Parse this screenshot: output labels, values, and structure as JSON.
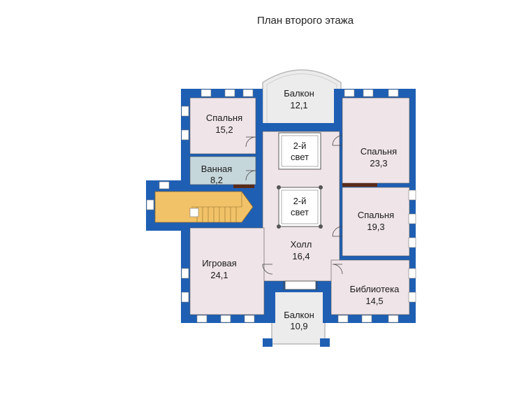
{
  "title": "План второго этажа",
  "colors": {
    "wall": "#1e5fb4",
    "room": "#efe4e8",
    "balcony": "#ececec",
    "bath": "#c6d7dc",
    "stair": "#f2c268",
    "window": "#ffffff"
  },
  "rooms": {
    "balcony_top": {
      "name": "Балкон",
      "area": "12,1"
    },
    "bedroom_left": {
      "name": "Спальня",
      "area": "15,2"
    },
    "light_top": {
      "line1": "2-й",
      "line2": "свет"
    },
    "bedroom_right_top": {
      "name": "Спальня",
      "area": "23,3"
    },
    "bathroom": {
      "name": "Ванная",
      "area": "8,2"
    },
    "light_center": {
      "line1": "2-й",
      "line2": "свет"
    },
    "bedroom_right": {
      "name": "Спальня",
      "area": "19,3"
    },
    "hall": {
      "name": "Холл",
      "area": "16,4"
    },
    "playroom": {
      "name": "Игровая",
      "area": "24,1"
    },
    "library": {
      "name": "Библиотека",
      "area": "14,5"
    },
    "balcony_bottom": {
      "name": "Балкон",
      "area": "10,9"
    }
  }
}
